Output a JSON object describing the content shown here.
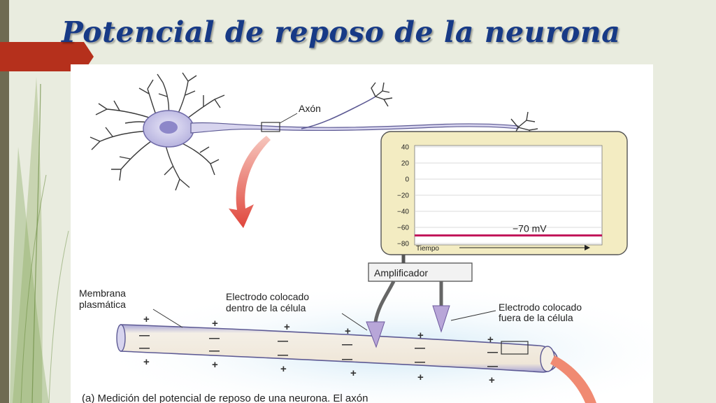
{
  "slide": {
    "title": "Potencial de reposo de la neurona"
  },
  "figure": {
    "labels": {
      "axon": "Axón",
      "amplifier": "Amplificador",
      "membrane_line1": "Membrana",
      "membrane_line2": "plasmática",
      "electrode_inside_line1": "Electrodo colocado",
      "electrode_inside_line2": "dentro de la célula",
      "electrode_outside_line1": "Electrodo colocado",
      "electrode_outside_line2": "fuera de la célula",
      "caption": "(a) Medición del potencial de reposo de una neurona. El axón"
    },
    "oscilloscope": {
      "y_ticks": [
        "40",
        "20",
        "0",
        "−20",
        "−40",
        "−60",
        "−80"
      ],
      "y_values": [
        40,
        20,
        0,
        -20,
        -40,
        -60,
        -80
      ],
      "x_label": "Tiempo",
      "trace_label": "−70 mV",
      "trace_value": -70
    },
    "signs": {
      "positive": "+",
      "negative": "—"
    },
    "colors": {
      "trace": "#c2185b",
      "scope_frame": "#f3ecc2",
      "soma": "#c9c6e8",
      "axon": "#d7d4ee",
      "arrow": "#e0463c",
      "extracellular_fluid": "#cfe8f6",
      "electrode": "#b8a6d8",
      "title": "#173a86"
    }
  }
}
